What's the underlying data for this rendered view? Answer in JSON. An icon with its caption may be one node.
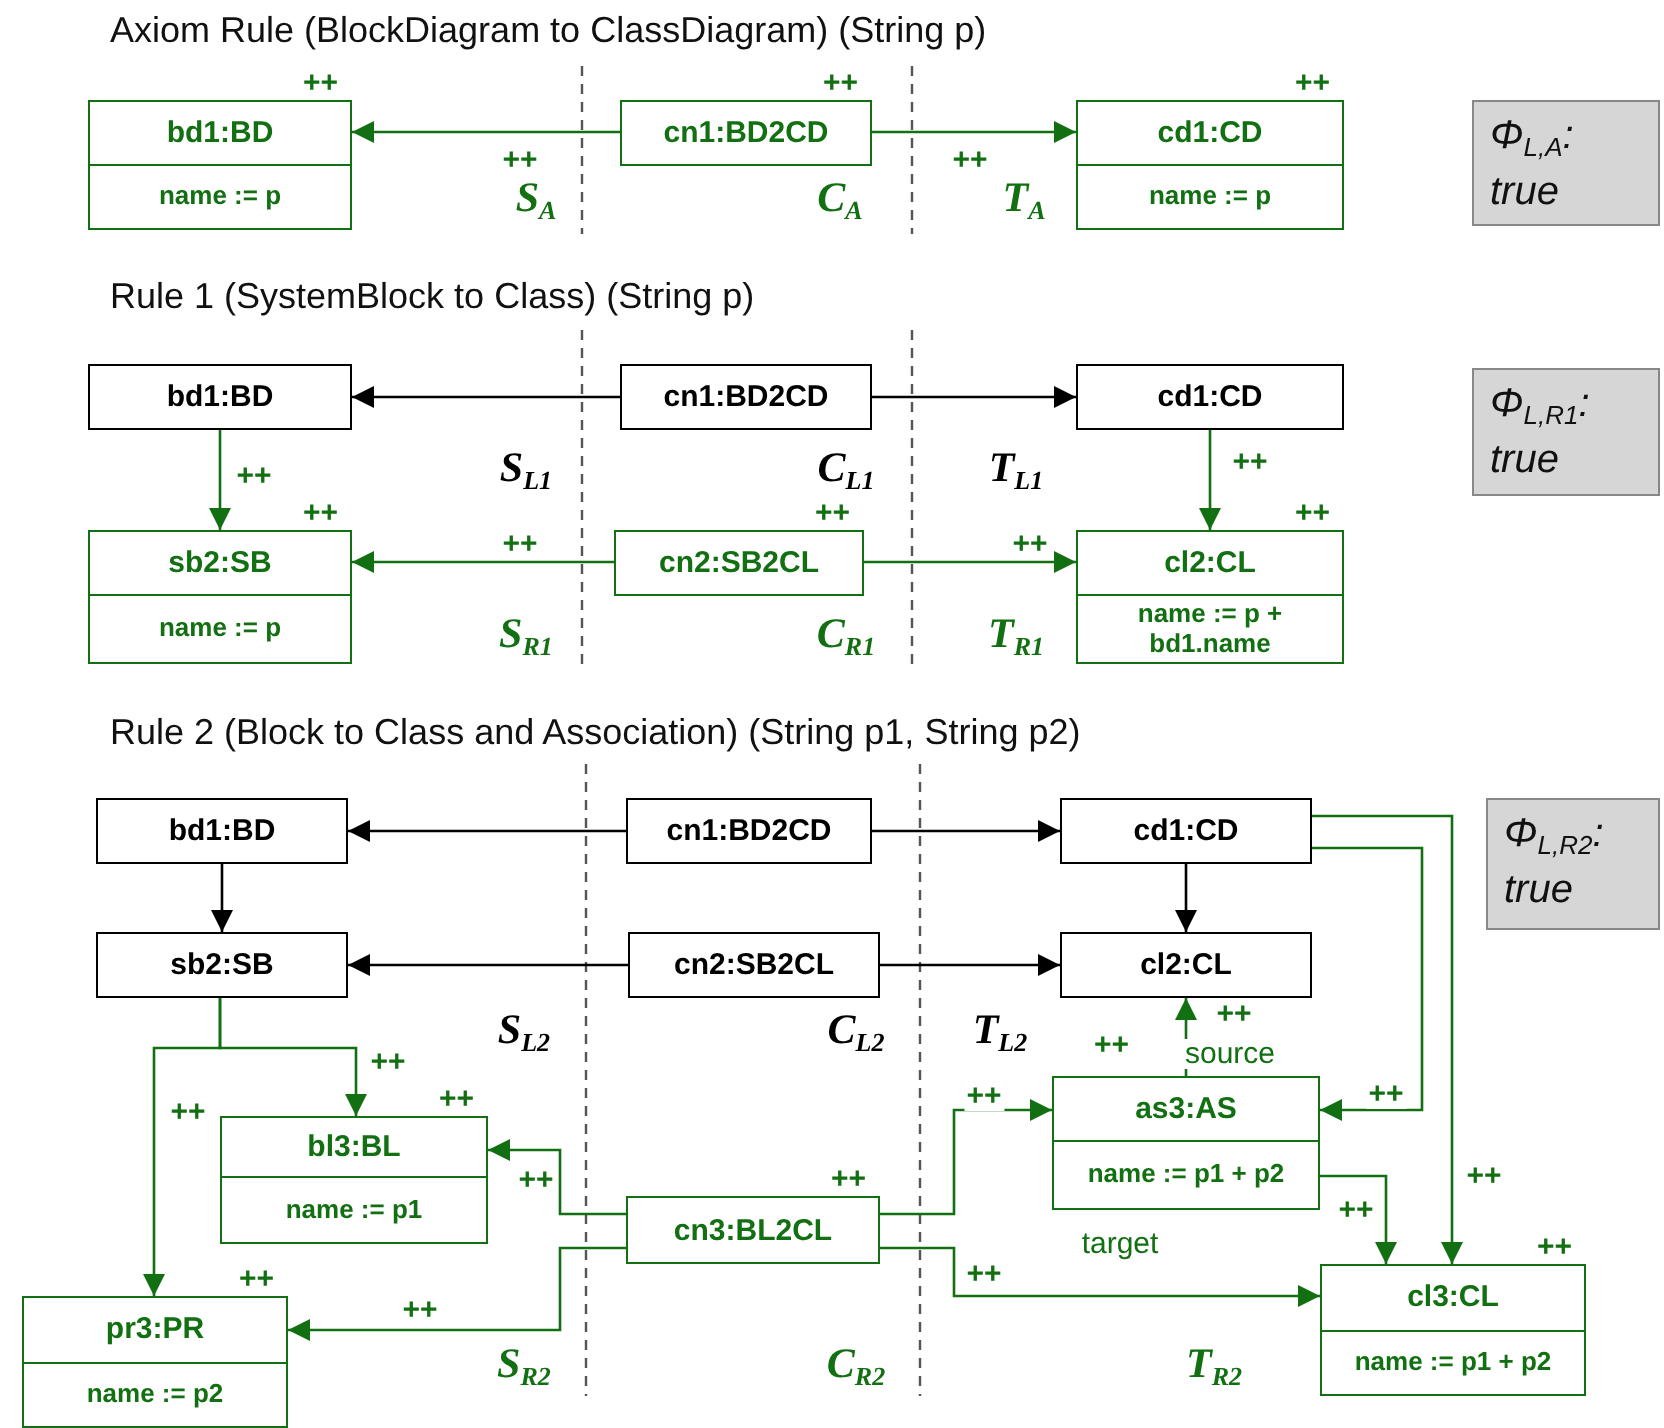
{
  "diagram": {
    "nodes": [
      {
        "text": [
          "bd1:BD",
          "name := p"
        ],
        "beside": [
          "++"
        ]
      },
      {
        "text": [
          "cn1:BD2CD"
        ],
        "beside": [
          "++"
        ]
      },
      {
        "text": [
          "cd1:CD",
          "name := p"
        ],
        "beside": [
          "++"
        ]
      },
      {
        "text": [
          "Φ$_{L,A}$: true"
        ]
      },
      {
        "text": [
          "bd1:BD"
        ]
      },
      {
        "text": [
          "cn1:BD2CD"
        ]
      },
      {
        "text": [
          "cd1:CD"
        ]
      },
      {
        "text": [
          "Φ$_{L,R1}$: true"
        ]
      },
      {
        "text": [
          "sb2:SB",
          "name := p"
        ],
        "beside": [
          "++"
        ]
      },
      {
        "text": [
          "cn2:SB2CL"
        ],
        "beside": [
          "++"
        ]
      },
      {
        "text": [
          "cl2:CL",
          "name := p + bd1.name"
        ],
        "beside": [
          "++"
        ]
      },
      {
        "text": [
          "bd1:BD"
        ]
      },
      {
        "text": [
          "cn1:BD2CD"
        ]
      },
      {
        "text": [
          "cd1:CD"
        ]
      },
      {
        "text": [
          "Φ$_{L,R2}$: true"
        ]
      },
      {
        "text": [
          "sb2:SB"
        ]
      },
      {
        "text": [
          "cn2:SB2CL"
        ]
      },
      {
        "text": [
          "cl2:CL"
        ]
      },
      {
        "text": [
          "as3:AS",
          "name := p1 + p2"
        ],
        "beside": [
          "++"
        ]
      },
      {
        "text": [
          "bl3:BL",
          "name := p1"
        ],
        "beside": [
          "++"
        ]
      },
      {
        "text": [
          "cn3:BL2CL"
        ],
        "beside": [
          "++"
        ]
      },
      {
        "text": [
          "pr3:PR",
          "name := p2"
        ],
        "beside": [
          "++"
        ]
      },
      {
        "text": [
          "cl3:CL",
          "name := p1 + p2"
        ],
        "beside": [
          "++"
        ]
      }
    ],
    "edges": [
      {
        "from": 1,
        "to": 0,
        "arrow": "to",
        "label": "++"
      },
      {
        "from": 1,
        "to": 2,
        "arrow": "to",
        "label": "++"
      },
      {
        "from": 5,
        "to": 4,
        "arrow": "to",
        "color": "#000000"
      },
      {
        "from": 5,
        "to": 6,
        "arrow": "to",
        "color": "#000000"
      },
      {
        "from": 4,
        "to": 8,
        "arrow": "to",
        "label": "++"
      },
      {
        "from": 6,
        "to": 10,
        "arrow": "to",
        "label": "++"
      },
      {
        "from": 9,
        "to": 8,
        "arrow": "to",
        "label": "++"
      },
      {
        "from": 9,
        "to": 10,
        "arrow": "to",
        "label": "++"
      },
      {
        "from": 12,
        "to": 11,
        "arrow": "to",
        "color": "#000000"
      },
      {
        "from": 12,
        "to": 13,
        "arrow": "to",
        "color": "#000000"
      },
      {
        "from": 11,
        "to": 15,
        "arrow": "to",
        "color": "#000000"
      },
      {
        "from": 13,
        "to": 17,
        "arrow": "to",
        "color": "#000000"
      },
      {
        "from": 16,
        "to": 15,
        "arrow": "to",
        "color": "#000000"
      },
      {
        "from": 16,
        "to": 17,
        "arrow": "to",
        "color": "#000000"
      },
      {
        "from": 15,
        "to": 19,
        "arrow": "to",
        "label": "++"
      },
      {
        "from": 15,
        "to": 21,
        "arrow": "to",
        "label": "++"
      },
      {
        "from": 20,
        "to": 19,
        "arrow": "to",
        "label": "++"
      },
      {
        "from": 20,
        "to": 21,
        "arrow": "to",
        "label": "++"
      },
      {
        "from": 20,
        "to": 18,
        "arrow": "to",
        "label": "++"
      },
      {
        "from": 20,
        "to": 22,
        "arrow": "to",
        "label": "++"
      },
      {
        "from": 18,
        "to": 17,
        "arrow": "to",
        "label": "source"
      },
      {
        "from": 18,
        "to": 22,
        "arrow": "to",
        "label": "++"
      },
      {
        "from": 13,
        "to": 18,
        "arrow": "to",
        "label": "++"
      },
      {
        "from": 13,
        "to": 22,
        "arrow": "to",
        "label": "++"
      }
    ],
    "labels": [
      "Axiom Rule (BlockDiagram to ClassDiagram) (String p)",
      "S$_{A}$",
      "C$_{A}$",
      "T$_{A}$",
      "Rule 1 (SystemBlock to Class) (String p)",
      "S$_{L1}$",
      "C$_{L1}$",
      "T$_{L1}$",
      "S$_{R1}$",
      "C$_{R1}$",
      "T$_{R1}$",
      "Rule 2 (Block to Class and Association) (String p1, String p2)",
      "S$_{L2}$",
      "C$_{L2}$",
      "T$_{L2}$",
      "++",
      "target",
      "S$_{R2}$",
      "C$_{R2}$",
      "T$_{R2}$"
    ]
  }
}
